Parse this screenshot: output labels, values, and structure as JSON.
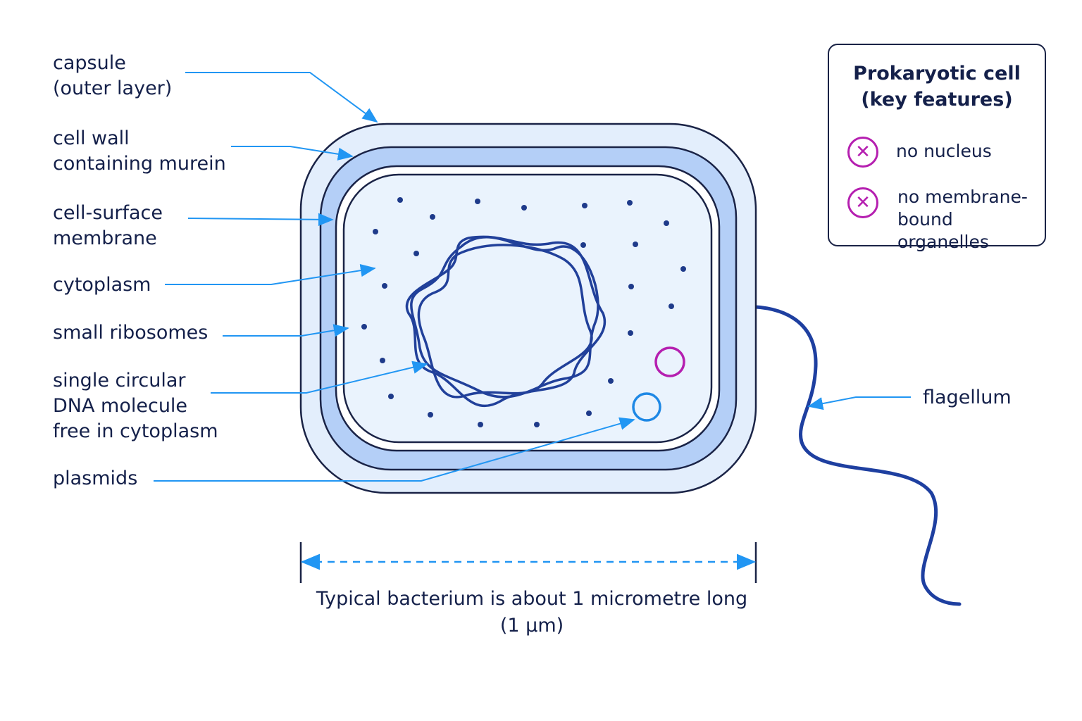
{
  "labels": {
    "capsule": "capsule\n(outer layer)",
    "cell_wall": "cell wall\ncontaining murein",
    "membrane": "cell-surface\nmembrane",
    "cytoplasm": "cytoplasm",
    "ribosomes": "small ribosomes",
    "dna": "single circular\nDNA molecule\nfree in cytoplasm",
    "plasmids": "plasmids",
    "flagellum": "flagellum"
  },
  "legend": {
    "title": "Prokaryotic cell\n(key features)",
    "items": [
      {
        "icon": "cross-circle-icon",
        "symbol": "✕",
        "text": "no nucleus"
      },
      {
        "icon": "cross-circle-icon",
        "symbol": "✕",
        "text": "no membrane-\nbound organelles"
      }
    ]
  },
  "scale": {
    "caption": "Typical bacterium is about 1 micrometre long\n(1 μm)"
  },
  "colors": {
    "arrow": "#2196f3",
    "outline": "#1a2346",
    "capsule": "#e3eefc",
    "cell_wall": "#b4cff7",
    "cytoplasm": "#eaf3fd",
    "dna": "#21409a",
    "ribosome": "#1e3a8a",
    "plasmid_magenta": "#b51fb0",
    "plasmid_blue": "#1e88e5",
    "flagellum": "#1e3fa0"
  }
}
